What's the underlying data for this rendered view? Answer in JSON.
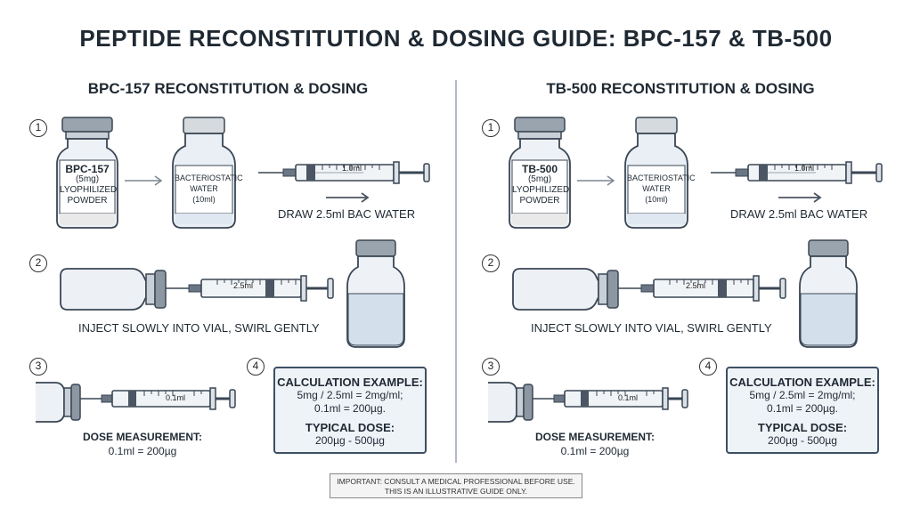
{
  "title": "PEPTIDE RECONSTITUTION & DOSING GUIDE: BPC-157 & TB-500",
  "panels": [
    {
      "heading": "BPC-157 RECONSTITUTION & DOSING",
      "steps": [
        "1",
        "2",
        "3",
        "4"
      ],
      "peptide_vial": {
        "name": "BPC-157",
        "amount": "(5mg)",
        "form_line1": "LYOPHILIZED",
        "form_line2": "POWDER"
      },
      "water_vial": {
        "line1": "BACTERIOSTATIC",
        "line2": "WATER",
        "line3": "(10ml)"
      },
      "syringe1_label": "1.0ml",
      "draw_caption": "DRAW 2.5ml BAC WATER",
      "syringe2_label": "2.5ml",
      "inject_caption": "INJECT SLOWLY INTO VIAL, SWIRL GENTLY",
      "syringe3_label": "0.1ml",
      "dose_title": "DOSE MEASUREMENT:",
      "dose_value": "0.1ml = 200µg",
      "calc_heading": "CALCULATION EXAMPLE:",
      "calc_line1": "5mg / 2.5ml = 2mg/ml;",
      "calc_line2": "0.1ml = 200µg.",
      "typical_heading": "TYPICAL DOSE:",
      "typical_value": "200µg - 500µg"
    },
    {
      "heading": "TB-500 RECONSTITUTION & DOSING",
      "steps": [
        "1",
        "2",
        "3",
        "4"
      ],
      "peptide_vial": {
        "name": "TB-500",
        "amount": "(5mg)",
        "form_line1": "LYOPHILIZED",
        "form_line2": "POWDER"
      },
      "water_vial": {
        "line1": "BACTERIOSTATIC",
        "line2": "WATER",
        "line3": "(10ml)"
      },
      "syringe1_label": "1.0ml",
      "draw_caption": "DRAW 2.5ml BAC WATER",
      "syringe2_label": "2.5ml",
      "inject_caption": "INJECT SLOWLY INTO VIAL, SWIRL GENTLY",
      "syringe3_label": "0.1ml",
      "dose_title": "DOSE MEASUREMENT:",
      "dose_value": "0.1ml = 200µg",
      "calc_heading": "CALCULATION EXAMPLE:",
      "calc_line1": "5mg / 2.5ml = 2mg/ml;",
      "calc_line2": "0.1ml = 200µg.",
      "typical_heading": "TYPICAL DOSE:",
      "typical_value": "200µg - 500µg"
    }
  ],
  "disclaimer": {
    "line1": "IMPORTANT: CONSULT A MEDICAL PROFESSIONAL BEFORE USE.",
    "line2": "THIS IS AN ILLUSTRATIVE GUIDE ONLY."
  },
  "colors": {
    "outline": "#3a4654",
    "cap_dark": "#7c8794",
    "cap_light": "#c9cfd6",
    "glass": "#e3ebf2",
    "liquid": "#c6d8e8",
    "plunger": "#4b5563",
    "box_fill": "#eef3f8",
    "box_border": "#3d4f63"
  }
}
